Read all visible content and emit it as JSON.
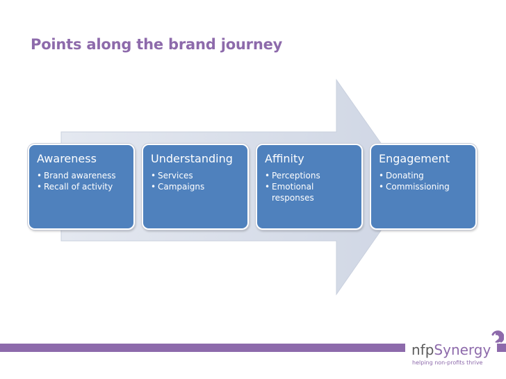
{
  "slide": {
    "title": "Points along the brand journey"
  },
  "stages": [
    {
      "title": "Awareness",
      "items": [
        "Brand awareness",
        "Recall of activity"
      ]
    },
    {
      "title": "Understanding",
      "items": [
        "Services",
        "Campaigns"
      ]
    },
    {
      "title": "Affinity",
      "items": [
        "Perceptions",
        "Emotional responses"
      ]
    },
    {
      "title": "Engagement",
      "items": [
        "Donating",
        "Commissioning"
      ]
    }
  ],
  "logo": {
    "name_prefix": "nfp",
    "name_suffix": "Synergy",
    "tagline": "helping non-profits thrive"
  },
  "colors": {
    "title": "#8d6aab",
    "stage_fill": "#4f81bd",
    "arrow_fill": "#d6dce8",
    "footer_bar": "#8d6aab"
  }
}
